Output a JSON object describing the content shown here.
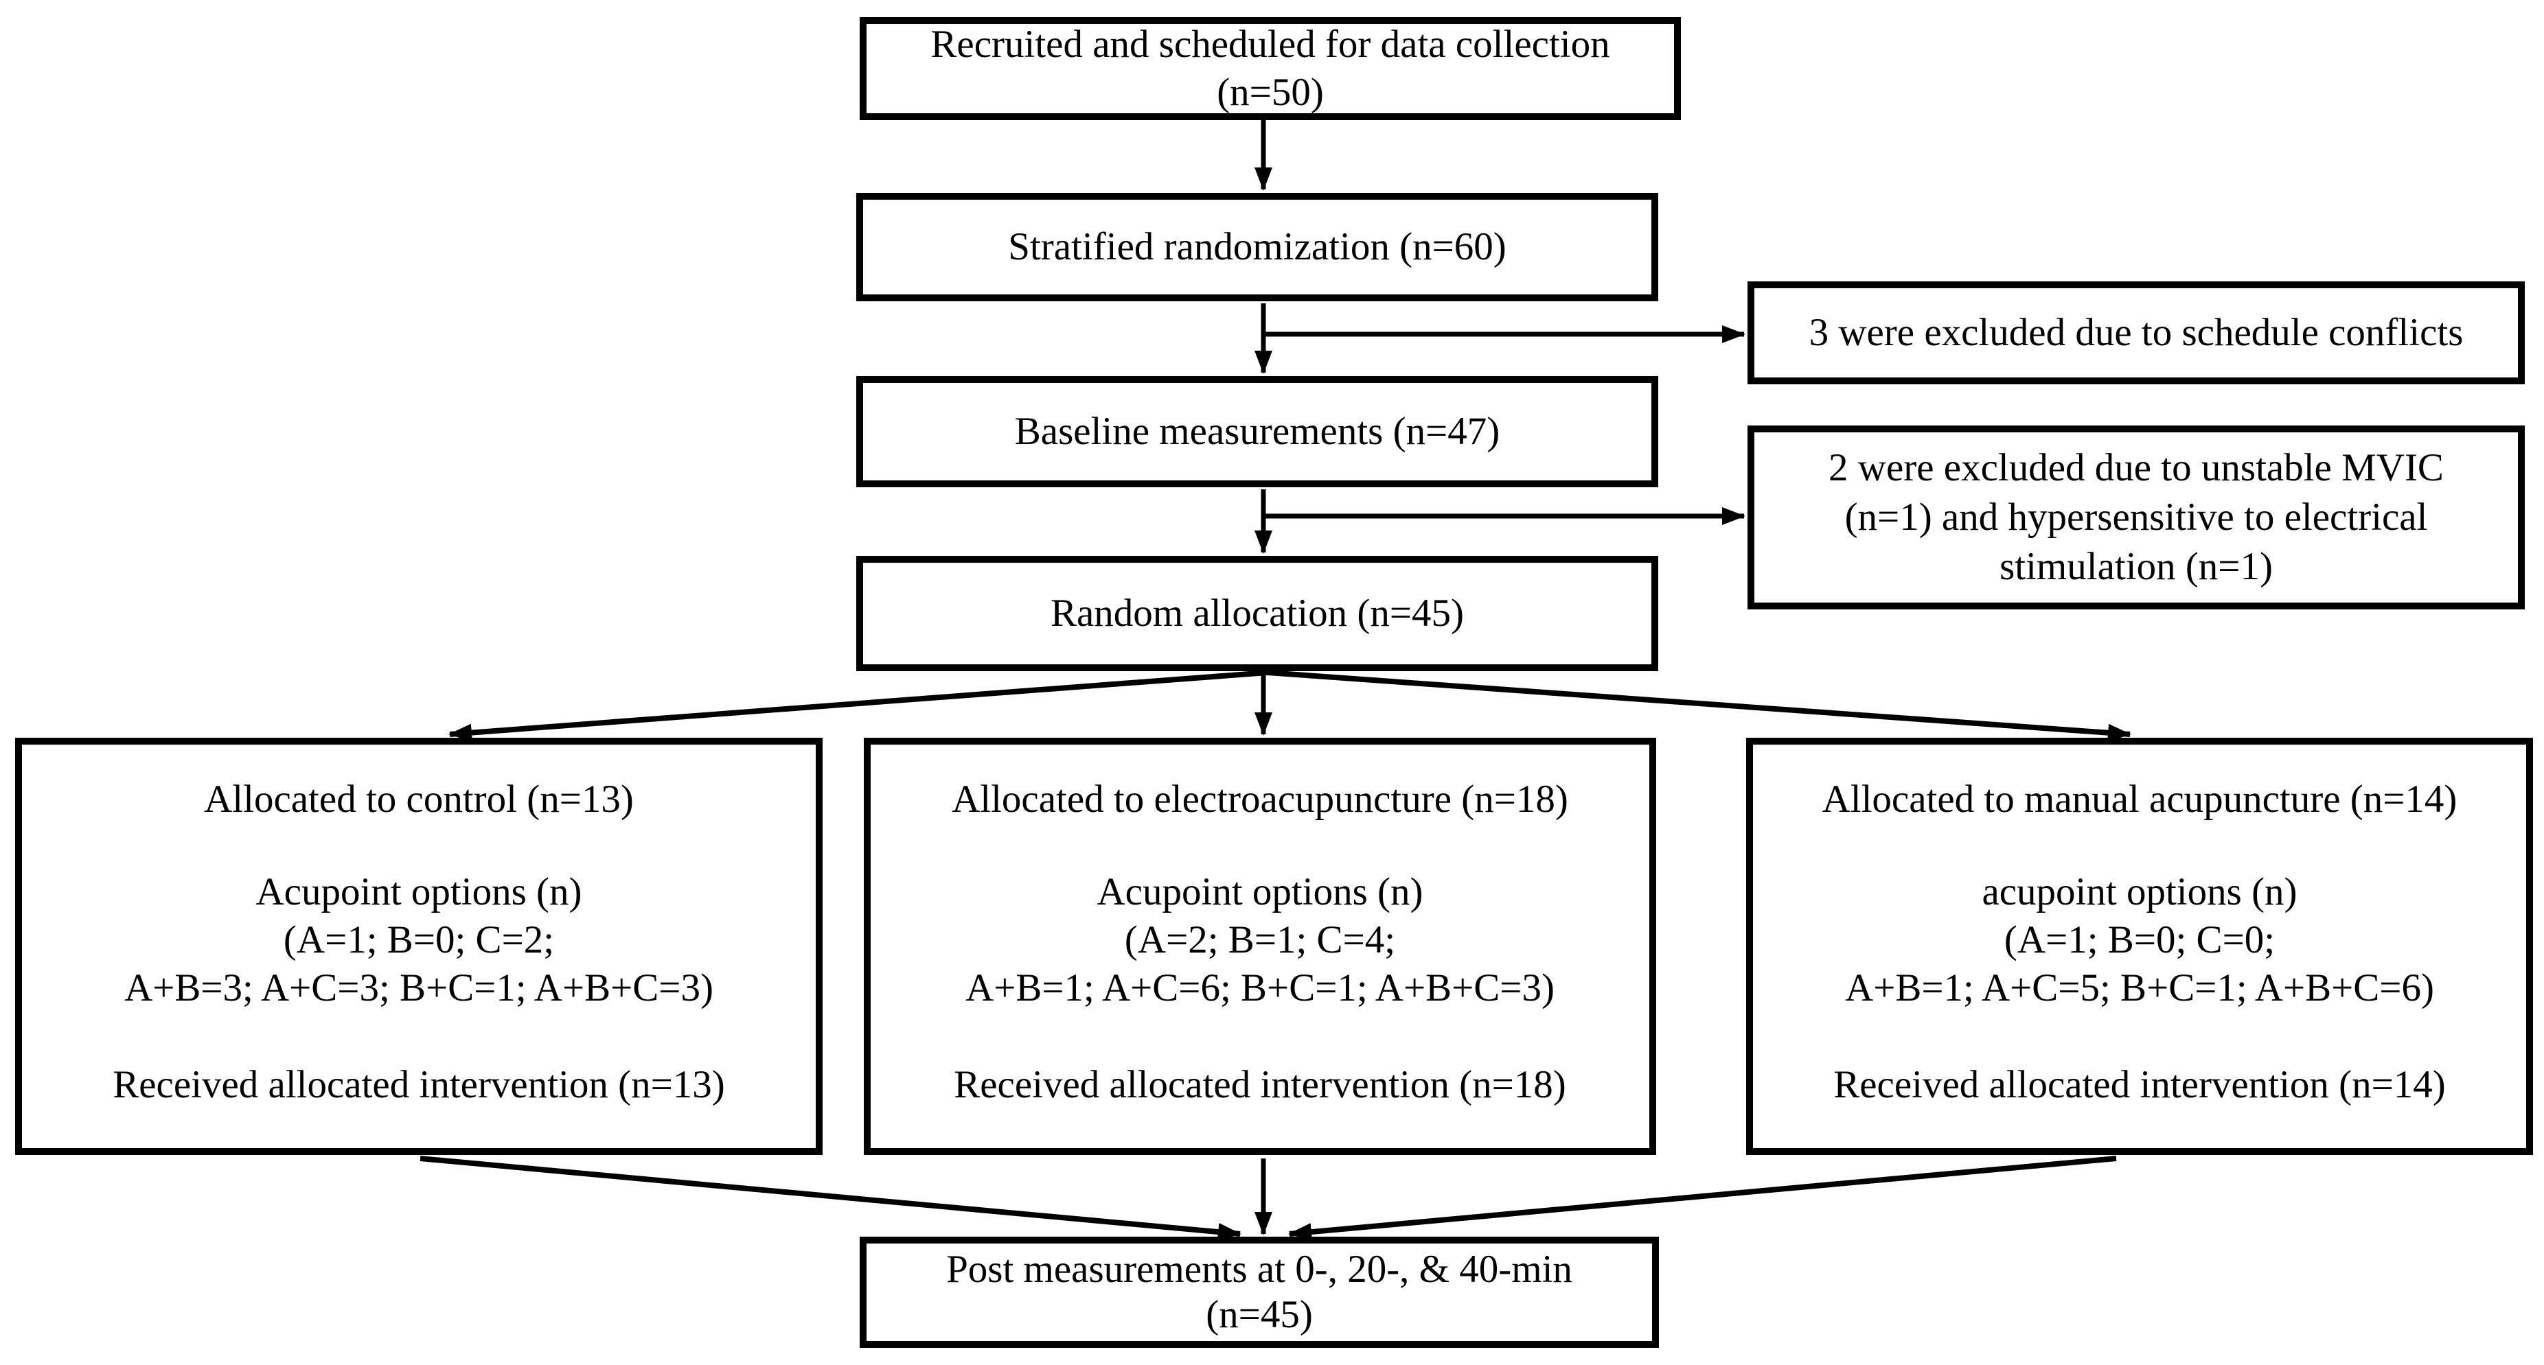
{
  "colors": {
    "line": "#000000",
    "text": "#000000",
    "background": "#ffffff"
  },
  "flow": {
    "recruited": {
      "line1": "Recruited and scheduled for data collection",
      "line2": "(n=50)"
    },
    "stratified": {
      "line1": "Stratified randomization (n=60)"
    },
    "excluded_schedule": {
      "line1": "3 were excluded due to schedule conflicts"
    },
    "baseline": {
      "line1": "Baseline measurements (n=47)"
    },
    "excluded_mvic": {
      "line1": "2 were excluded due to unstable MVIC",
      "line2": "(n=1) and hypersensitive to electrical",
      "line3": "stimulation (n=1)"
    },
    "random_allocation": {
      "line1": "Random allocation (n=45)"
    },
    "groups": {
      "control": {
        "title": "Allocated to control (n=13)",
        "acupoint_header": "Acupoint options (n)",
        "options_line1": "(A=1; B=0; C=2;",
        "options_line2": "A+B=3; A+C=3; B+C=1; A+B+C=3)",
        "received": "Received allocated intervention (n=13)"
      },
      "electroacupuncture": {
        "title": "Allocated to electroacupuncture (n=18)",
        "acupoint_header": "Acupoint options (n)",
        "options_line1": "(A=2; B=1; C=4;",
        "options_line2": "A+B=1; A+C=6; B+C=1; A+B+C=3)",
        "received": "Received allocated intervention (n=18)"
      },
      "manual": {
        "title": "Allocated to manual acupuncture (n=14)",
        "acupoint_header": "acupoint options (n)",
        "options_line1": "(A=1; B=0; C=0;",
        "options_line2": "A+B=1; A+C=5; B+C=1; A+B+C=6)",
        "received": "Received allocated intervention (n=14)"
      }
    },
    "post": {
      "line1": "Post measurements at 0-, 20-, & 40-min",
      "line2": "(n=45)"
    }
  }
}
